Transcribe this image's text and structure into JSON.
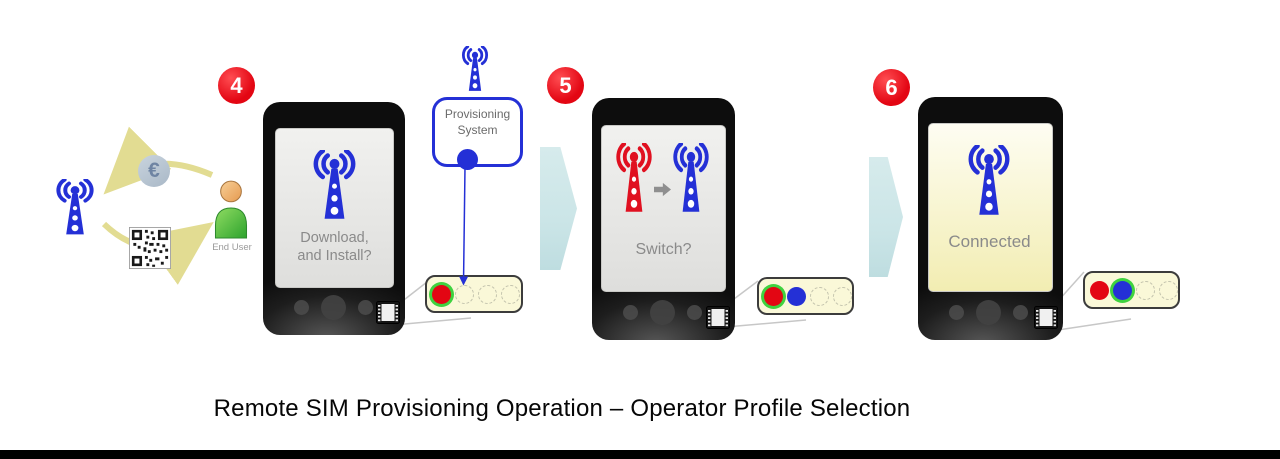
{
  "caption": "Remote SIM Provisioning Operation – Operator Profile Selection",
  "left_group": {
    "end_user_label": "End User",
    "euro_symbol": "€"
  },
  "provisioning": {
    "label_line1": "Provisioning",
    "label_line2": "System"
  },
  "steps": [
    {
      "number": "4",
      "screen_lines": [
        "Download,",
        "and Install?"
      ],
      "sim_slots": [
        "red ring",
        "empty",
        "empty",
        "empty"
      ]
    },
    {
      "number": "5",
      "screen_lines": [
        "Switch?"
      ],
      "sim_slots": [
        "red ring",
        "blue",
        "empty",
        "empty"
      ]
    },
    {
      "number": "6",
      "screen_lines": [
        "Connected"
      ],
      "sim_slots": [
        "red",
        "blue ring",
        "empty",
        "empty"
      ]
    }
  ],
  "colors": {
    "step_badge_red": "#e30613",
    "operator_blue": "#2430d6",
    "operator_red": "#e01020",
    "flow_arrow_teal": "#cbe5e7",
    "sim_tray_cream": "#faf8d8",
    "active_ring_green": "#3fd23f",
    "transaction_arrow_yellow": "#e2dc92"
  }
}
